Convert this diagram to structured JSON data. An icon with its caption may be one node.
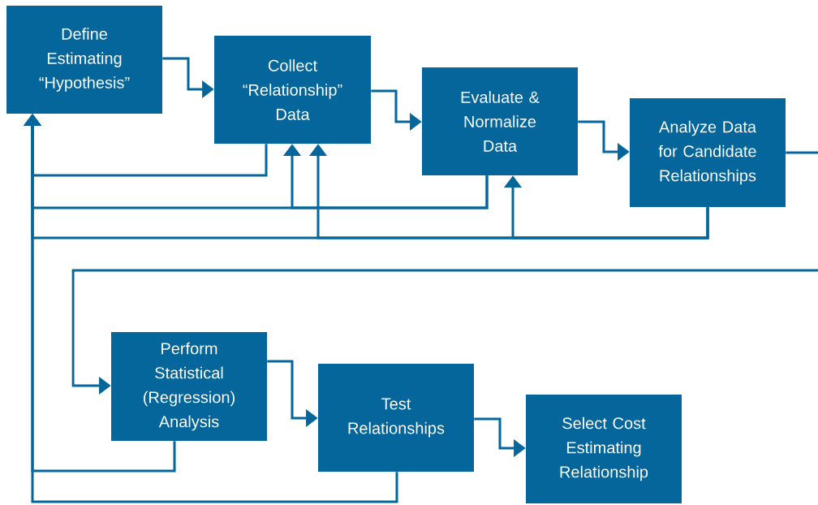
{
  "diagram": {
    "nodes": [
      {
        "text": [
          "Define Estimating “Hypothesis”"
        ]
      },
      {
        "text": [
          "Collect “Relationship” Data"
        ]
      },
      {
        "text": [
          "Evaluate & Normalize Data"
        ]
      },
      {
        "text": [
          "Analyze Data for Candidate Relationships"
        ]
      },
      {
        "text": [
          "Perform Statistical (Regression) Analysis"
        ]
      },
      {
        "text": [
          "Test Relationships"
        ]
      },
      {
        "text": [
          "Select Cost Estimating Relationship"
        ]
      }
    ],
    "edges": [
      {
        "from": 0,
        "to": 1,
        "arrow": "to"
      },
      {
        "from": 1,
        "to": 2,
        "arrow": "to"
      },
      {
        "from": 2,
        "to": 3,
        "arrow": "to"
      },
      {
        "from": 3,
        "to": 4,
        "arrow": "to"
      },
      {
        "from": 4,
        "to": 5,
        "arrow": "to"
      },
      {
        "from": 5,
        "to": 6,
        "arrow": "to"
      },
      {
        "from": 1,
        "to": 0,
        "arrow": "to"
      },
      {
        "from": 2,
        "to": 0,
        "arrow": "to"
      },
      {
        "from": 2,
        "to": 1,
        "arrow": "to"
      },
      {
        "from": 3,
        "to": 0,
        "arrow": "to"
      },
      {
        "from": 3,
        "to": 1,
        "arrow": "to"
      },
      {
        "from": 3,
        "to": 2,
        "arrow": "to"
      },
      {
        "from": 4,
        "to": 0,
        "arrow": "to"
      },
      {
        "from": 5,
        "to": 0,
        "arrow": "to"
      }
    ]
  }
}
